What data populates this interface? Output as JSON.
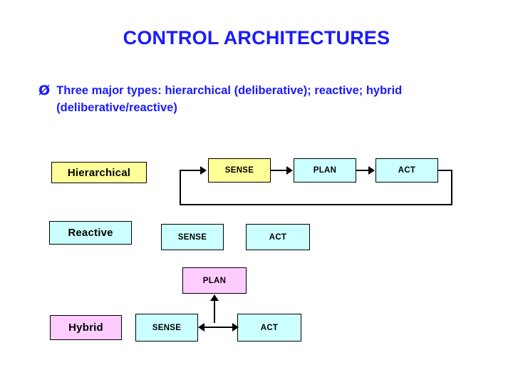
{
  "slide": {
    "title": "CONTROL ARCHITECTURES",
    "bullet_marker": "Ø",
    "bullet_text": "Three major types: hierarchical (deliberative); reactive; hybrid (deliberative/reactive)",
    "colors": {
      "title": "#1a1aff",
      "bullet": "#1a1aff",
      "yellow_box": "#ffff99",
      "cyan_box": "#ccffff",
      "pink_box": "#ffccff",
      "outline": "#000000"
    }
  },
  "rows": {
    "hierarchical": {
      "label": "Hierarchical",
      "nodes": [
        {
          "label": "SENSE"
        },
        {
          "label": "PLAN"
        },
        {
          "label": "ACT"
        }
      ]
    },
    "reactive": {
      "label": "Reactive",
      "nodes": [
        {
          "label": "SENSE"
        },
        {
          "label": "ACT"
        }
      ]
    },
    "hybrid": {
      "label": "Hybrid",
      "nodes": [
        {
          "label": "PLAN"
        },
        {
          "label": "SENSE"
        },
        {
          "label": "ACT"
        }
      ]
    }
  }
}
